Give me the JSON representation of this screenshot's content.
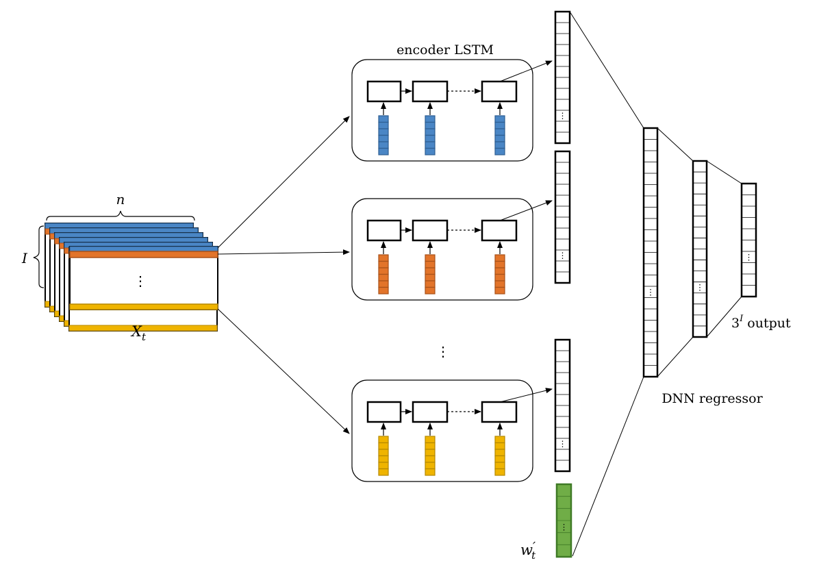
{
  "labels": {
    "encoder_title": "encoder LSTM",
    "n": "n",
    "I": "I",
    "X_base": "X",
    "X_sub": "t",
    "dots": "⋮",
    "hdots": "⋯",
    "dnn": "DNN regressor",
    "output_base": "3",
    "output_sup": "I",
    "output_suffix": " output",
    "w_base": "w",
    "w_prime": "′",
    "w_sub": "t"
  },
  "colors": {
    "blue": "#4a86c5",
    "blue_stroke": "#2e5f92",
    "orange": "#e2742a",
    "orange_stroke": "#a8521a",
    "gold": "#efb400",
    "gold_stroke": "#b58800",
    "green": "#70ad47",
    "green_stroke": "#3f7a26",
    "line": "#000000"
  },
  "encoder_inputs": [
    "blue",
    "orange",
    "gold"
  ]
}
